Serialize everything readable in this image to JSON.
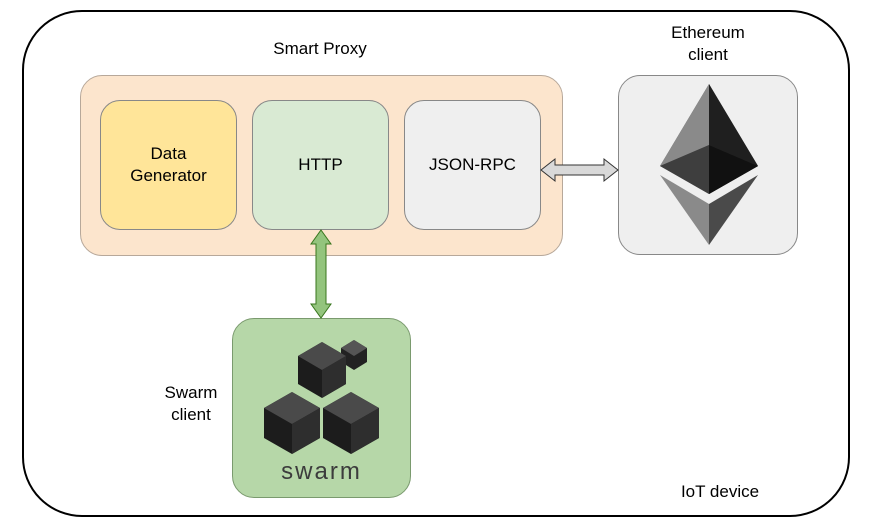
{
  "diagram": {
    "smart_proxy_label": "Smart Proxy",
    "modules": {
      "data_generator": "Data\nGenerator",
      "http": "HTTP",
      "json_rpc": "JSON-RPC"
    },
    "ethereum_label": "Ethereum\nclient",
    "swarm_label": "Swarm\nclient",
    "swarm_wordmark": "swarm",
    "iot_label": "IoT device",
    "colors": {
      "smart_proxy_fill": "#fce5cd",
      "data_generator_fill": "#ffe599",
      "http_fill": "#d9ead3",
      "json_rpc_fill": "#efefef",
      "ethereum_fill": "#efefef",
      "swarm_fill": "#b6d7a8",
      "green_arrow": "#93c47d",
      "gray_arrow": "#d9d9d9"
    },
    "icons": [
      "ethereum-logo-icon",
      "swarm-logo-icon"
    ]
  }
}
